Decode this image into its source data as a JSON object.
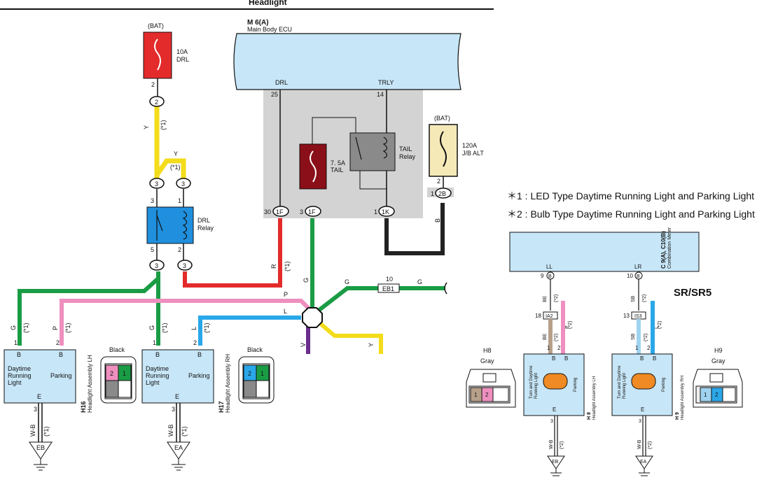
{
  "title": "Headlight",
  "ecu": {
    "code": "M 6(A)",
    "name": "Main Body ECU",
    "drl_label": "DRL",
    "trly_label": "TRLY",
    "drl_pin": "25",
    "trly_pin": "14"
  },
  "bat_label": "(BAT)",
  "fuse_drl": {
    "rating": "10A",
    "name": "DRL"
  },
  "fuse_tail": {
    "rating": "7. 5A",
    "name": "TAIL"
  },
  "fuse_jb": {
    "rating": "120A",
    "name": "J/B ALT"
  },
  "drl_relay": {
    "line1": "DRL",
    "line2": "Relay"
  },
  "tail_relay": {
    "line1": "TAIL",
    "line2": "Relay"
  },
  "connectors": {
    "c2": "2",
    "c3": "3",
    "c1F": "1F",
    "c1K": "1K",
    "c2B": "2B",
    "eb1": "EB1",
    "ia2": "IA2",
    "is3": "IS3",
    "eb": "EB",
    "ea": "EA"
  },
  "pins": {
    "p2": "2",
    "p3": "3",
    "p1": "1",
    "p5": "5",
    "p30": "30",
    "p10": "10",
    "p9": "9",
    "p18": "18",
    "p13": "13",
    "pB": "B",
    "pE": "E"
  },
  "wires": {
    "Y": "Y",
    "R": "R",
    "G": "G",
    "P": "P",
    "L": "L",
    "V": "V",
    "B": "B",
    "WB": "W-B",
    "BE": "BE",
    "SB": "SB"
  },
  "marks": {
    "star1": "(*1)",
    "star2": "(*2)"
  },
  "h16": {
    "drl1": "Daytime",
    "drl2": "Running",
    "drl3": "Light",
    "parking": "Parking",
    "code": "H16",
    "name": "Headlight Assembly LH",
    "color": "Black"
  },
  "h17": {
    "drl1": "Daytime",
    "drl2": "Running",
    "drl3": "Light",
    "parking": "Parking",
    "code": "H17",
    "name": "Headlight Assembly RH",
    "color": "Black"
  },
  "h8": {
    "code": "H8",
    "color": "Gray",
    "turn": "Turn and Daytime",
    "turn2": "Running Light",
    "parking": "Parking",
    "side_code": "H 8",
    "side_name": "Headlight Assembly LH"
  },
  "h9": {
    "code": "H9",
    "color": "Gray",
    "turn": "Turn and Daytime",
    "turn2": "Running Light",
    "parking": "Parking",
    "side_code": "H 9",
    "side_name": "Headlight Assembly RH"
  },
  "meter": {
    "code": "C 9(A), C10(B)",
    "name": "Combination Meter",
    "ll": "LL",
    "lr": "LR"
  },
  "notes": [
    "＊1 : LED Type Daytime Running Light and Parking Light",
    "＊2 : Bulb Type Daytime Running Light and Parking Light"
  ],
  "sr_label": "SR/SR5",
  "colors": {
    "yellow": "#f3dc1b",
    "red": "#e32b2b",
    "green": "#1a9c45",
    "pink": "#ee8fbf",
    "blue": "#2aa7e8",
    "black": "#222222",
    "purple": "#6a2d8e",
    "tan": "#b7a08a",
    "lightblue": "#9fd3f0",
    "ecu_fill": "#c7e6f7",
    "gray_box": "#d3d3d3"
  }
}
